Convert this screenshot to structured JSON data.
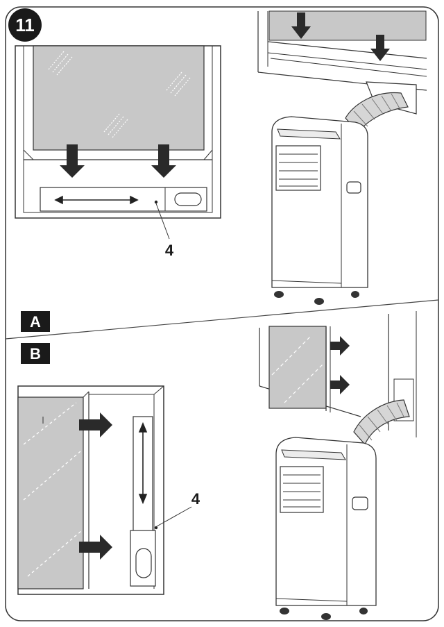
{
  "step": {
    "number": "11"
  },
  "panels": [
    {
      "letter": "A",
      "callout": "4"
    },
    {
      "letter": "B",
      "callout": "4"
    }
  ],
  "colors": {
    "ink": "#1a1a1a",
    "glass": "#c8c8c8",
    "label_bg": "#1a1a1a",
    "label_fg": "#ffffff",
    "arrow": "#2a2a2a"
  },
  "icons": [
    "down-arrow-icon",
    "right-arrow-icon",
    "double-arrow-icon"
  ]
}
